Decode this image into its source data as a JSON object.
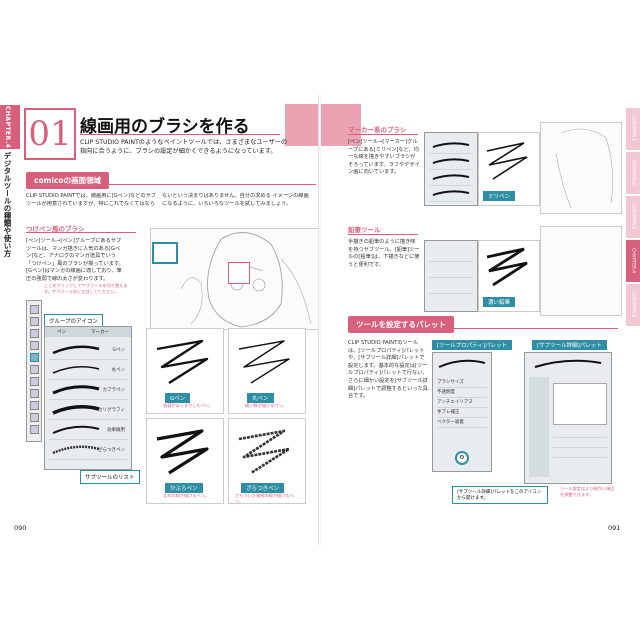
{
  "left_page": {
    "chapter_tab": "CHAPTER.4",
    "side_title": "デジタルツールの種類や使い方",
    "number": "01",
    "title": "線画用のブラシを作る",
    "lead": "CLIP STUDIO PAINTのようなペイントツールでは、さまざまなユーザーの指向に合うように、ブラシの設定が細かくできるようになっています。",
    "section1": "comicoの画面領域",
    "section1_text_a": "CLIP STUDIO PAINTでは、線画用に[Gペン]などのサブツールが用意されていますが、特にこれでなくてはなら",
    "section1_text_b": "ないという決まりはありません。自分の求める イメージの線画になるように、いろいろなツールを試してみましょう。",
    "sub1": "つけペン風のブラシ",
    "sub1_text": "[ペン]ツール→[ペン]グループにあるサブツールは、マンガ描きに人気のある[Gペン]など、アナログのマンガ道具でいう「つけペン」風のブラシが揃っています。[Gペン]はマンガの線画に適しており、筆圧の強弱で線の太さが変わります。",
    "group_icon_callout": "グループのアイコン",
    "subtool_callout": "サブツールのリスト",
    "palette_note": "ここをクリックしてサブツールを切り替えます。サブツール名に注目してください。",
    "palette_tabs": [
      "ペン",
      "マーカー"
    ],
    "palette_items": [
      "Gペン",
      "丸ペン",
      "カブラペン",
      "カリグラフィ",
      "効果線用",
      "ざらつきペン"
    ],
    "pens": [
      {
        "label": "Gペン",
        "caption": "強弱がはっきりしたペン。"
      },
      {
        "label": "丸ペン",
        "caption": "細い線が描けるペン。"
      },
      {
        "label": "かぶらペン",
        "caption": "太めの線が描けるペン。"
      },
      {
        "label": "ざらつきペン",
        "caption": "ざらついた質感の線が描けるペン。"
      }
    ],
    "page_number": "090"
  },
  "right_page": {
    "sub_marker": "マーカー系のブラシ",
    "marker_text": "[ペン]ツール→[マーカー]グループにある[ミリペン]など、均一な線を描きやすいブラシがそろっています。ラフやデザイン画に向いています。",
    "marker_label": "ミリペン",
    "sub_pencil": "鉛筆ツール",
    "pencil_text": "手描きの鉛筆のように描き味を持つサブツール。[鉛筆]ツールの[鉛筆]は、下描きなどに使うと便利です。",
    "pencil_label": "濃い鉛筆",
    "section2": "ツールを設定するパレット",
    "section2_text": "CLIP STUDIO PAINTのツールは、[ツールプロパティ]パレットや、[サブツール詳細]パレットで設定します。基本的な設定は[ツールプロパティ]パレットで行ない、さらに細かい設定を[サブツール詳細]パレットで調整するといった具合です。",
    "label_tool_property": "[ツールプロパティ]パレット",
    "label_subtool_detail": "[サブツール詳細]パレット",
    "property_rows": [
      "ブラシサイズ",
      "不透明度",
      "アンチエイリアス",
      "手ブレ補正",
      "ベクター吸着"
    ],
    "callout_detail": "[サブツール詳細]パレットをこのアイコンから開けます。",
    "note_detail": "ツール設定はより細かい項目を調整できます。",
    "tabs": [
      "CHAPTER.1",
      "CHAPTER.2",
      "CHAPTER.3",
      "CHAPTER.4",
      "CHAPTER.5"
    ],
    "page_number": "091"
  },
  "colors": {
    "accent": "#d9607c",
    "teal": "#2e8ea6"
  }
}
